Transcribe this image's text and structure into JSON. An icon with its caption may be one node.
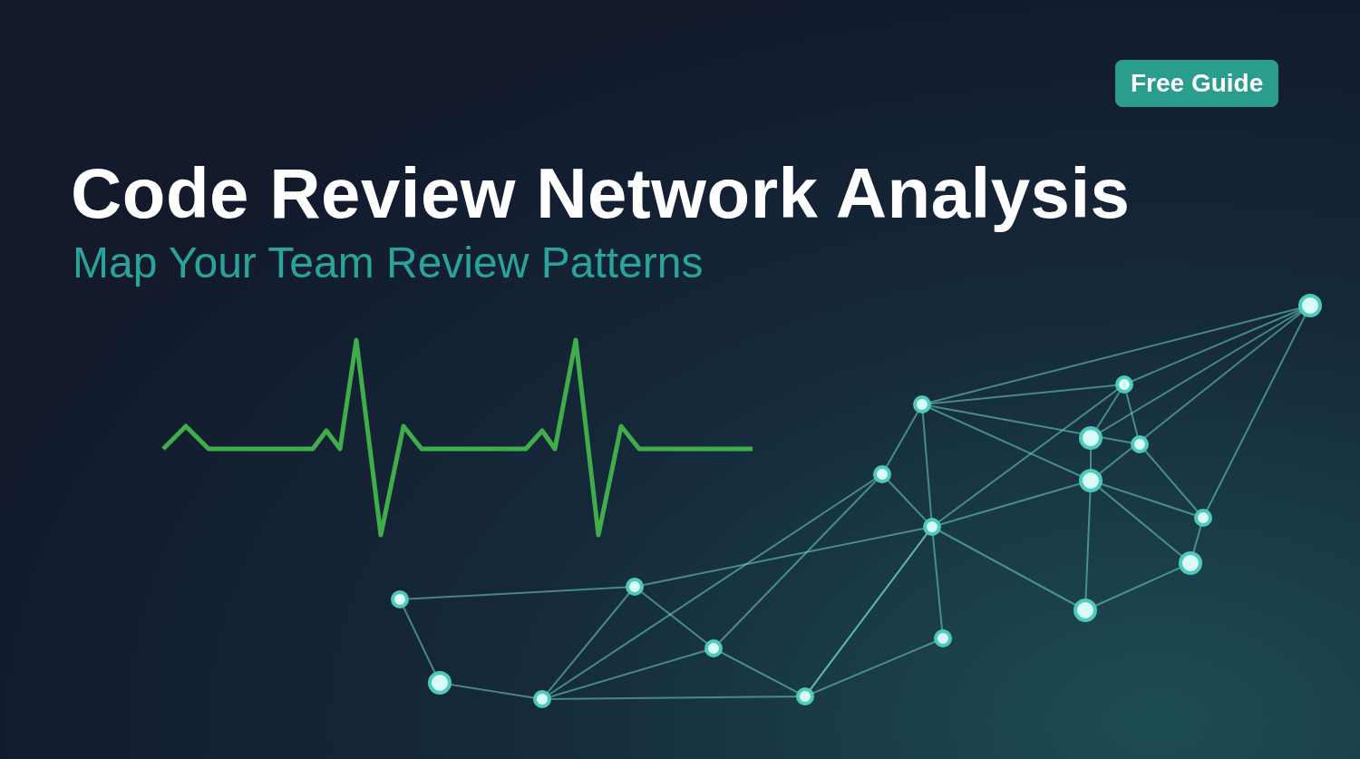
{
  "diagram": {
    "title": "Code Review Network Analysis",
    "labels": [
      "Map Your Team Review Patterns",
      "Free Guide"
    ]
  }
}
